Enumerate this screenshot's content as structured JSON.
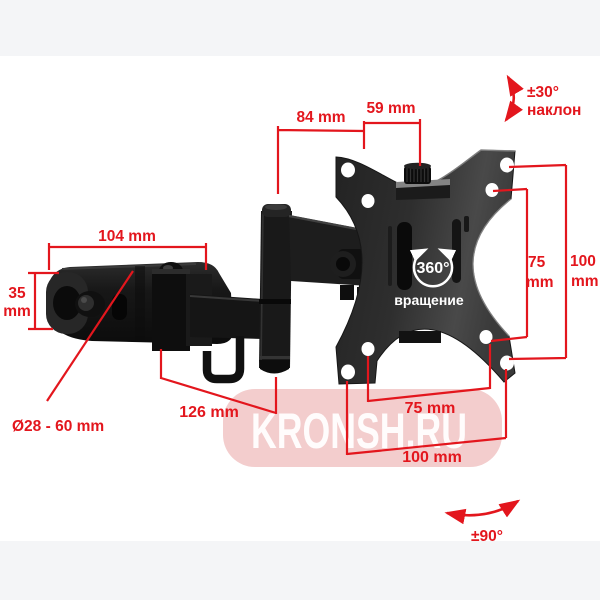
{
  "watermark": {
    "brand": "KRONSH.RU"
  },
  "annotations": {
    "arm_top_width": "84 mm",
    "plate_top_width": "59 mm",
    "tilt_angle": "±30°",
    "tilt_caption": "наклон",
    "clamp_width": "104 mm",
    "clamp_height": [
      "35",
      "mm"
    ],
    "vesa_right_75": [
      "75",
      "mm"
    ],
    "vesa_right_100": [
      "100",
      "mm"
    ],
    "rotation_angle": "360°",
    "rotation_caption": "вращение",
    "pipe_diameter": "Ø28 - 60 mm",
    "arm_bottom_length": "126 mm",
    "vesa_bottom_75": "75 mm",
    "vesa_bottom_100": "100 mm",
    "swivel_angle": "±90°"
  },
  "colors": {
    "annotation_red": "#e3161d",
    "watermark_bg": "#f3cdcd",
    "watermark_text": "#ffffff",
    "band_gray": "#f4f5f7",
    "product_black": "#1a1a1a",
    "plate_gray": "#3a3a3a",
    "background": "#ffffff"
  }
}
